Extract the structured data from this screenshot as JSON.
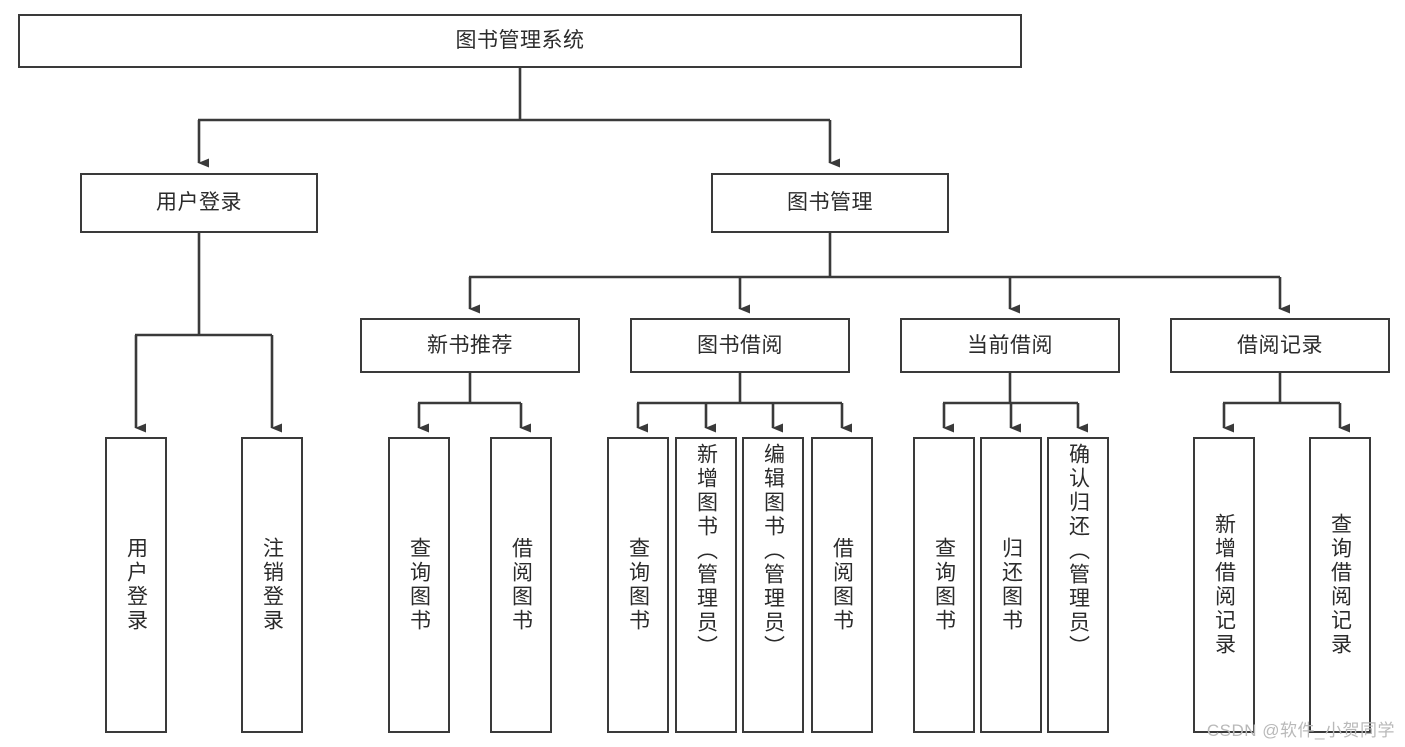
{
  "diagram": {
    "title": "图书管理系统",
    "type": "tree-hierarchy-diagram",
    "root": {
      "label": "图书管理系统"
    },
    "level1": [
      {
        "label": "用户登录"
      },
      {
        "label": "图书管理"
      }
    ],
    "level2": [
      {
        "label": "新书推荐"
      },
      {
        "label": "图书借阅"
      },
      {
        "label": "当前借阅"
      },
      {
        "label": "借阅记录"
      }
    ],
    "leaves": {
      "user_login": [
        {
          "label": "用户登录"
        },
        {
          "label": "注销登录"
        }
      ],
      "new_book_recommend": [
        {
          "label": "查询图书"
        },
        {
          "label": "借阅图书"
        }
      ],
      "book_borrow": [
        {
          "label": "查询图书"
        },
        {
          "label": "新增图书（管理员）"
        },
        {
          "label": "编辑图书（管理员）"
        },
        {
          "label": "借阅图书"
        }
      ],
      "current_borrow": [
        {
          "label": "查询图书"
        },
        {
          "label": "归还图书"
        },
        {
          "label": "确认归还（管理员）"
        }
      ],
      "borrow_record": [
        {
          "label": "新增借阅记录"
        },
        {
          "label": "查询借阅记录"
        }
      ]
    }
  },
  "watermark": {
    "text": "CSDN @软件_小贺同学"
  },
  "colors": {
    "stroke": "#3a3a3a",
    "text": "#2b2b2b",
    "background": "#ffffff",
    "watermark": "#b9b9b9"
  }
}
